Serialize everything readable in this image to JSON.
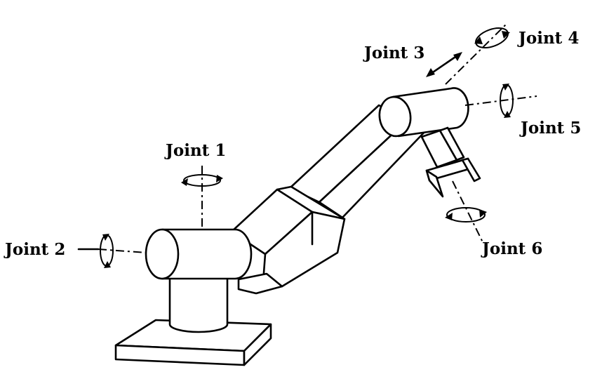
{
  "labels": {
    "joint1": "Joint 1",
    "joint2": "Joint 2",
    "joint3": "Joint 3",
    "joint4": "Joint 4",
    "joint5": "Joint 5",
    "joint6": "Joint 6"
  }
}
